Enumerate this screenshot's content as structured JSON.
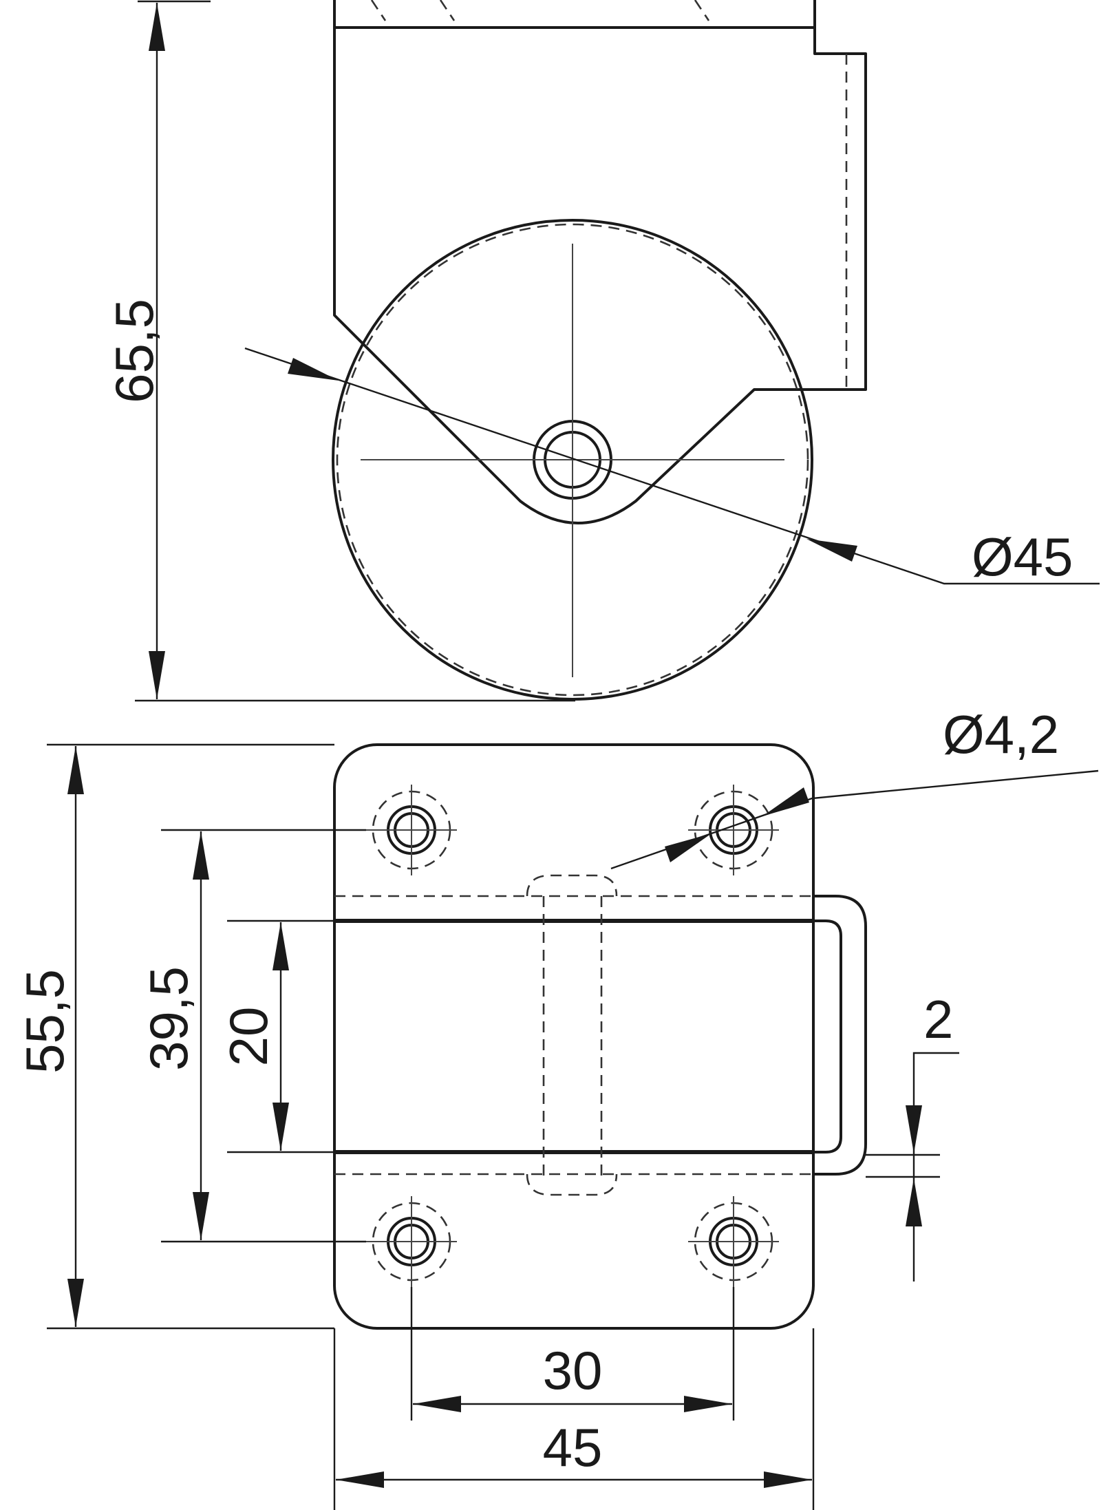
{
  "dimensions": {
    "total_height": "65,5",
    "wheel_diameter": "Ø45",
    "hole_diameter": "Ø4,2",
    "plate_length": "55,5",
    "hole_spacing_long": "39,5",
    "bracket_width": "20",
    "plate_thickness": "2",
    "hole_spacing_wide": "30",
    "plate_width": "45"
  }
}
